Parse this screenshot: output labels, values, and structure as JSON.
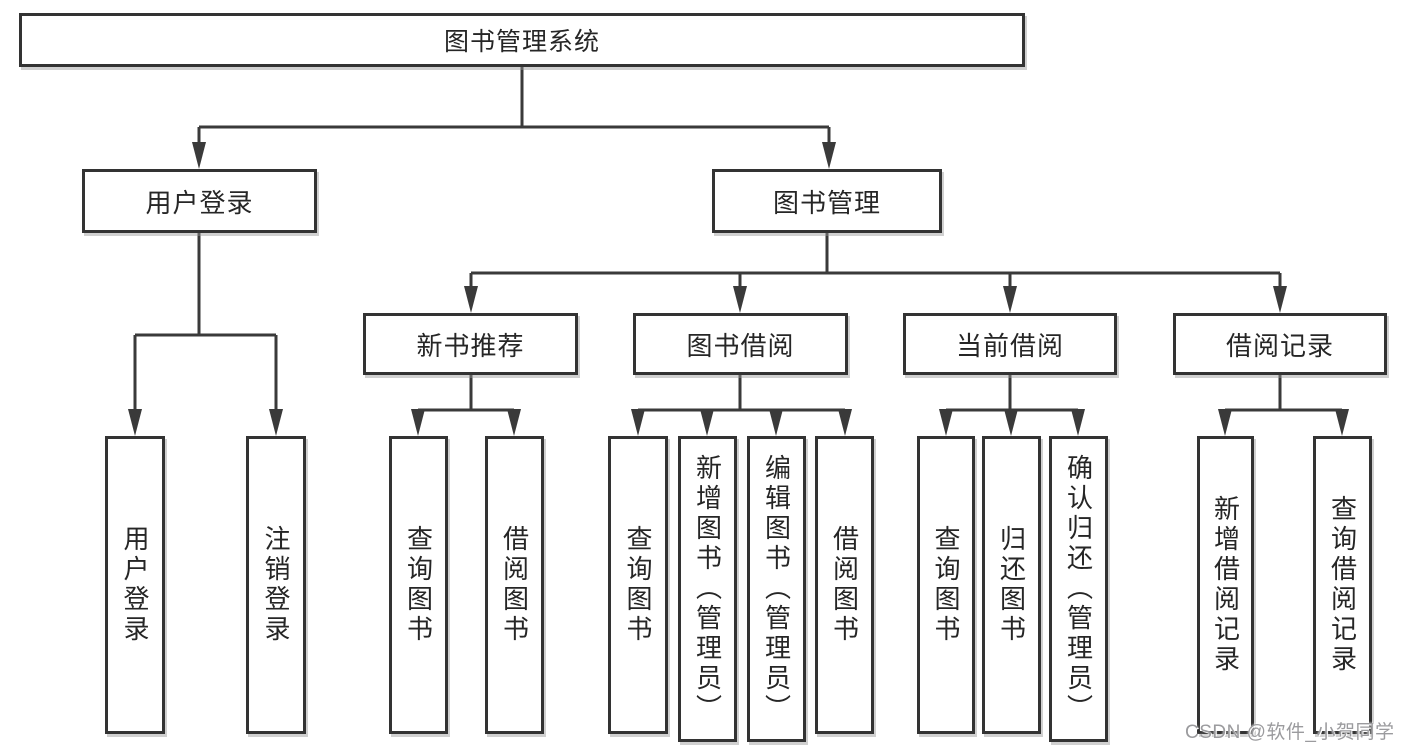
{
  "tree": {
    "root": {
      "label": "图书管理系统"
    },
    "user_login": {
      "label": "用户登录",
      "children": [
        {
          "label": "用户登录"
        },
        {
          "label": "注销登录"
        }
      ]
    },
    "book_mgmt": {
      "label": "图书管理",
      "sections": [
        {
          "label": "新书推荐",
          "children": [
            {
              "label": "查询图书"
            },
            {
              "label": "借阅图书"
            }
          ]
        },
        {
          "label": "图书借阅",
          "children": [
            {
              "label": "查询图书"
            },
            {
              "label": "新增图书（管理员）"
            },
            {
              "label": "编辑图书（管理员）"
            },
            {
              "label": "借阅图书"
            }
          ]
        },
        {
          "label": "当前借阅",
          "children": [
            {
              "label": "查询图书"
            },
            {
              "label": "归还图书"
            },
            {
              "label": "确认归还（管理员）"
            }
          ]
        },
        {
          "label": "借阅记录",
          "children": [
            {
              "label": "新增借阅记录"
            },
            {
              "label": "查询借阅记录"
            }
          ]
        }
      ]
    }
  },
  "watermark": {
    "text": "CSDN @软件_小贺同学"
  },
  "colors": {
    "background": "#ffffff",
    "line": "#3a3a3a",
    "box_border": "#333333",
    "text": "#262626",
    "watermark": "#9b9b9e"
  }
}
